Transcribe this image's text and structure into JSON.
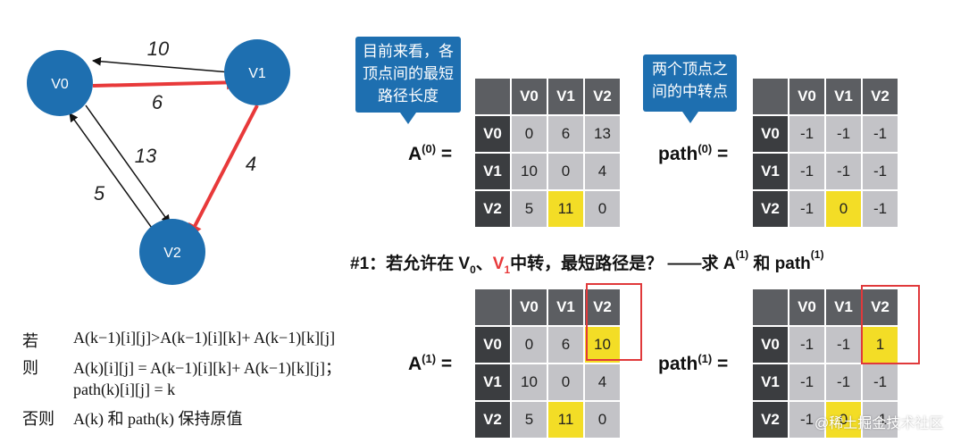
{
  "graph": {
    "nodes": {
      "v0": "V0",
      "v1": "V1",
      "v2": "V2"
    },
    "edges": {
      "v1_v0": "10",
      "v0_v1": "6",
      "v0_v2": "13",
      "v1_v2": "4",
      "v2_v0": "5"
    },
    "colors": {
      "node": "#1e6fb0",
      "highlight_edge": "#e8393a",
      "edge": "#111111"
    }
  },
  "callouts": {
    "dist": "目前来看，各顶点间的最短路径长度",
    "path": "两个顶点之间的中转点"
  },
  "labels": {
    "a0_base": "A",
    "a0_sup": "(0)",
    "a0_eq": " =",
    "p0_base": "path",
    "p0_sup": "(0)",
    "p0_eq": " =",
    "a1_base": "A",
    "a1_sup": "(1)",
    "a1_eq": " =",
    "p1_base": "path",
    "p1_sup": "(1)",
    "p1_eq": " ="
  },
  "step": {
    "prefix": "#1：若允许在 V",
    "v0_sub": "0",
    "sep": "、",
    "v1": "V",
    "v1_sub": "1",
    "mid": "中转，最短路径是？ ——求 A",
    "a_sup": "(1)",
    "and": " 和 path",
    "p_sup": "(1)"
  },
  "matrices": {
    "headers": [
      "V0",
      "V1",
      "V2"
    ],
    "A0": [
      [
        "0",
        "6",
        "13"
      ],
      [
        "10",
        "0",
        "4"
      ],
      [
        "5",
        "11",
        "0"
      ]
    ],
    "path0": [
      [
        "-1",
        "-1",
        "-1"
      ],
      [
        "-1",
        "-1",
        "-1"
      ],
      [
        "-1",
        "0",
        "-1"
      ]
    ],
    "A1": [
      [
        "0",
        "6",
        "10"
      ],
      [
        "10",
        "0",
        "4"
      ],
      [
        "5",
        "11",
        "0"
      ]
    ],
    "path1": [
      [
        "-1",
        "-1",
        "1"
      ],
      [
        "-1",
        "-1",
        "-1"
      ],
      [
        "-1",
        "0",
        "-1"
      ]
    ]
  },
  "rule": {
    "if_kw": "若",
    "if_line": "A(k−1)[i][j]>A(k−1)[i][k]+ A(k−1)[k][j]",
    "then_kw": "则",
    "then_line1": "A(k)[i][j] = A(k−1)[i][k]+ A(k−1)[k][j]；",
    "then_line2": "path(k)[i][j] = k",
    "else_kw": "否则",
    "else_line": "A(k) 和 path(k) 保持原值"
  },
  "watermark": "@稀土掘金技术社区"
}
